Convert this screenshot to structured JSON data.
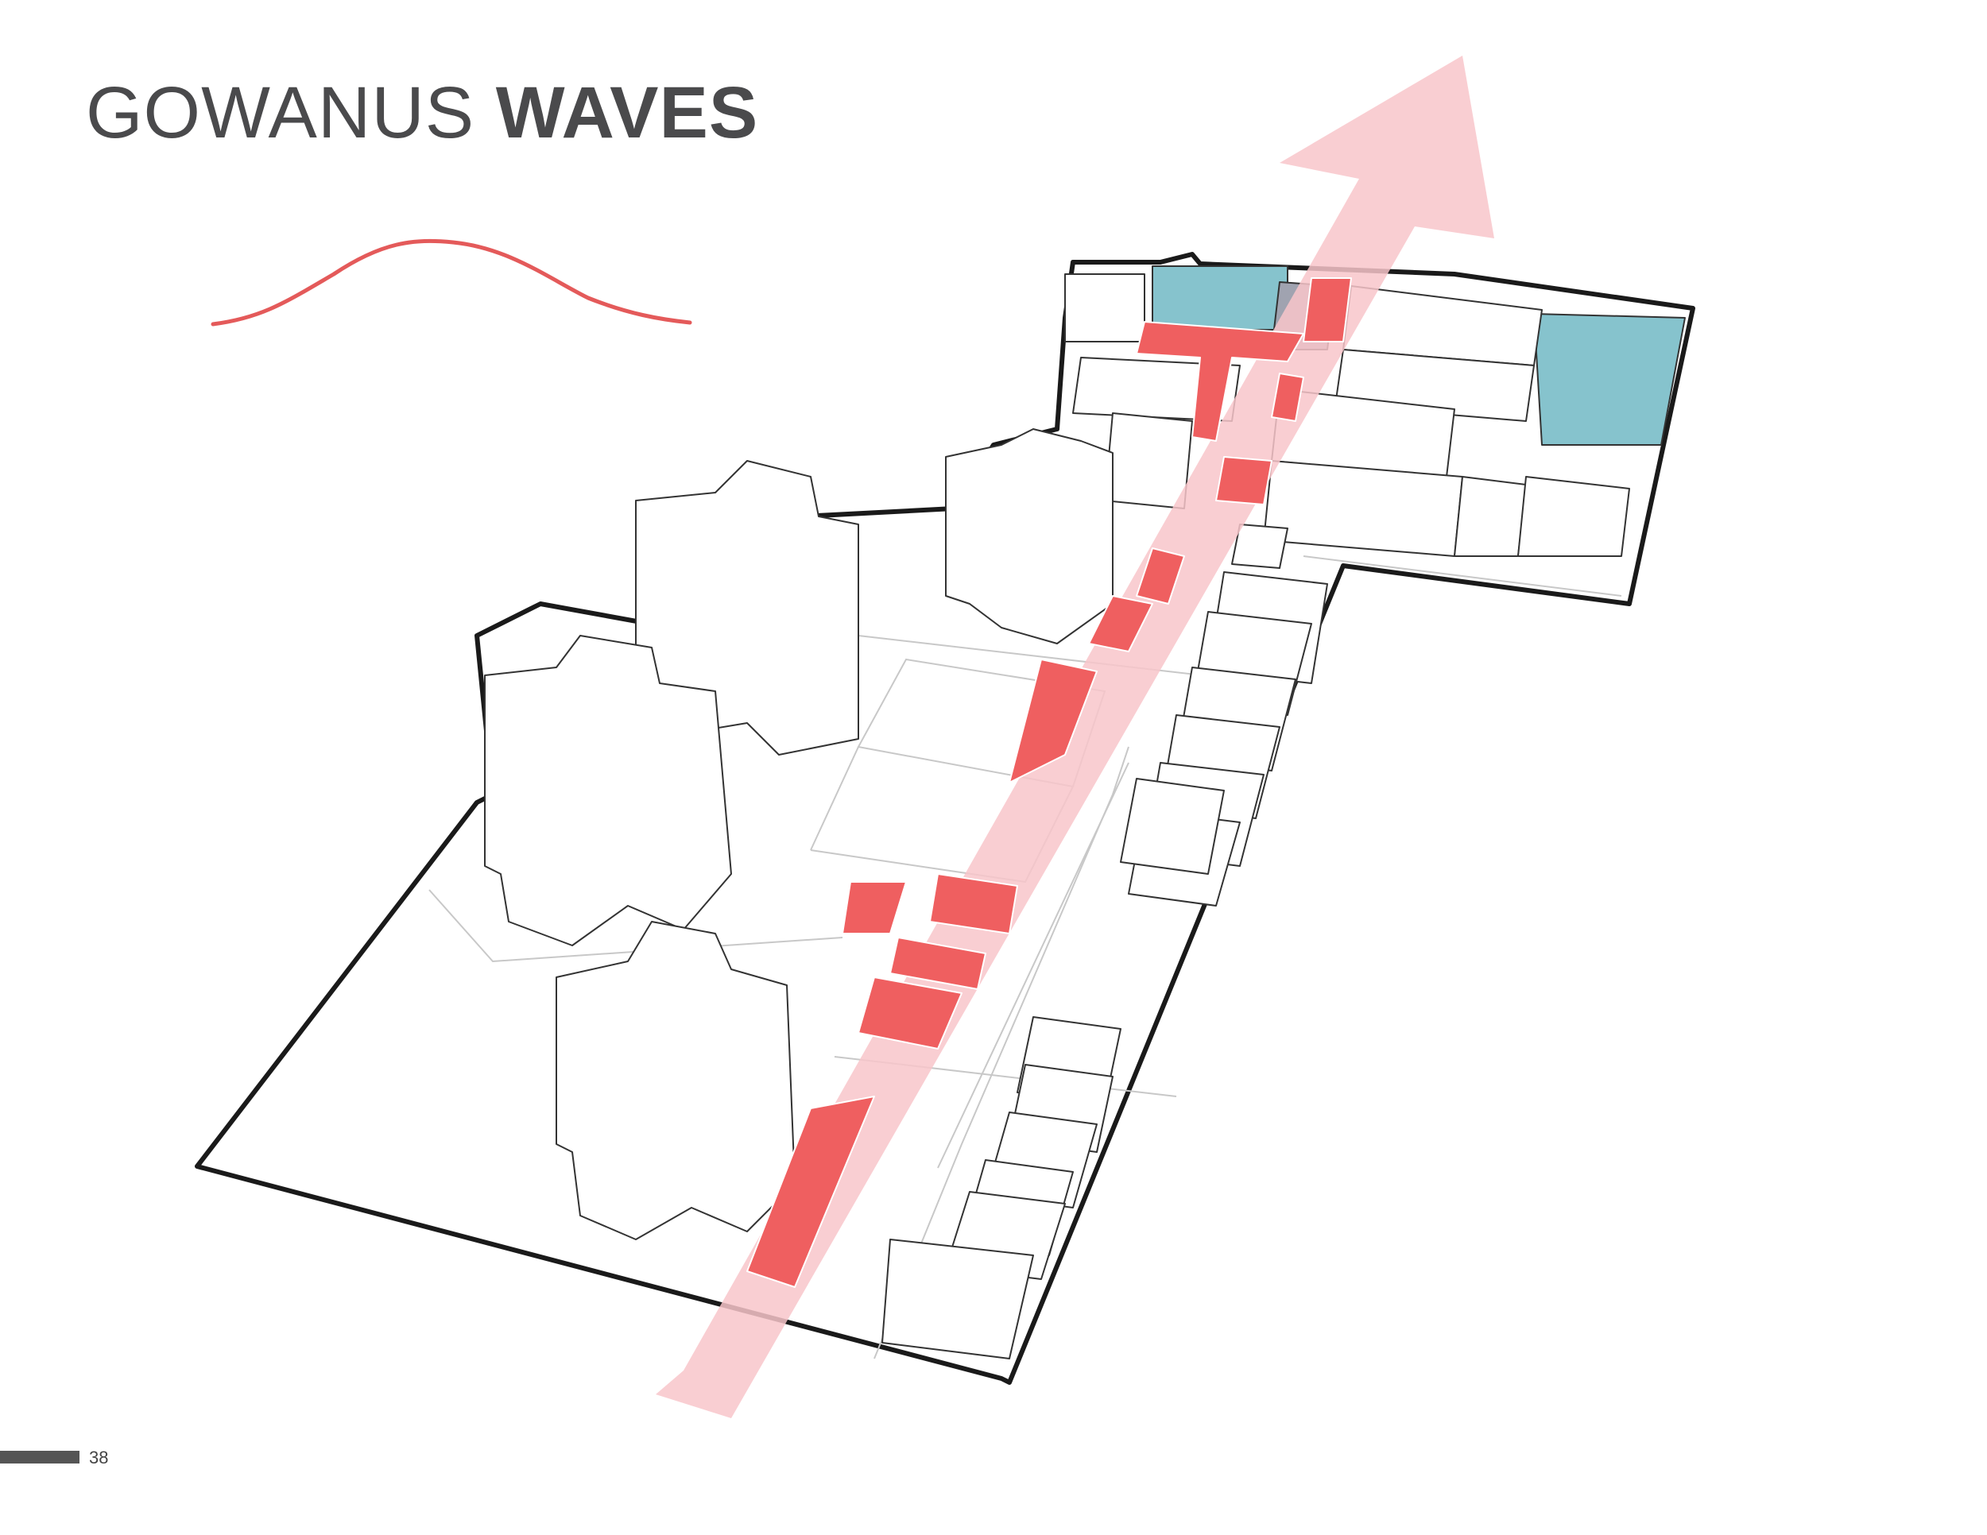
{
  "title": {
    "light": "GOWANUS",
    "bold": "WAVES"
  },
  "page_number": "38",
  "colors": {
    "outline": "#1a1a1a",
    "building_fill": "#ffffff",
    "building_stroke": "#333333",
    "red_volume": "#ef5f60",
    "red_path": "#f8c6ca",
    "teal": "#86c3cd",
    "grey_plaza": "#a0a3b0",
    "wave": "#e45a5a",
    "page_bar": "#555555",
    "ground_lines": "#c8c8c8"
  }
}
